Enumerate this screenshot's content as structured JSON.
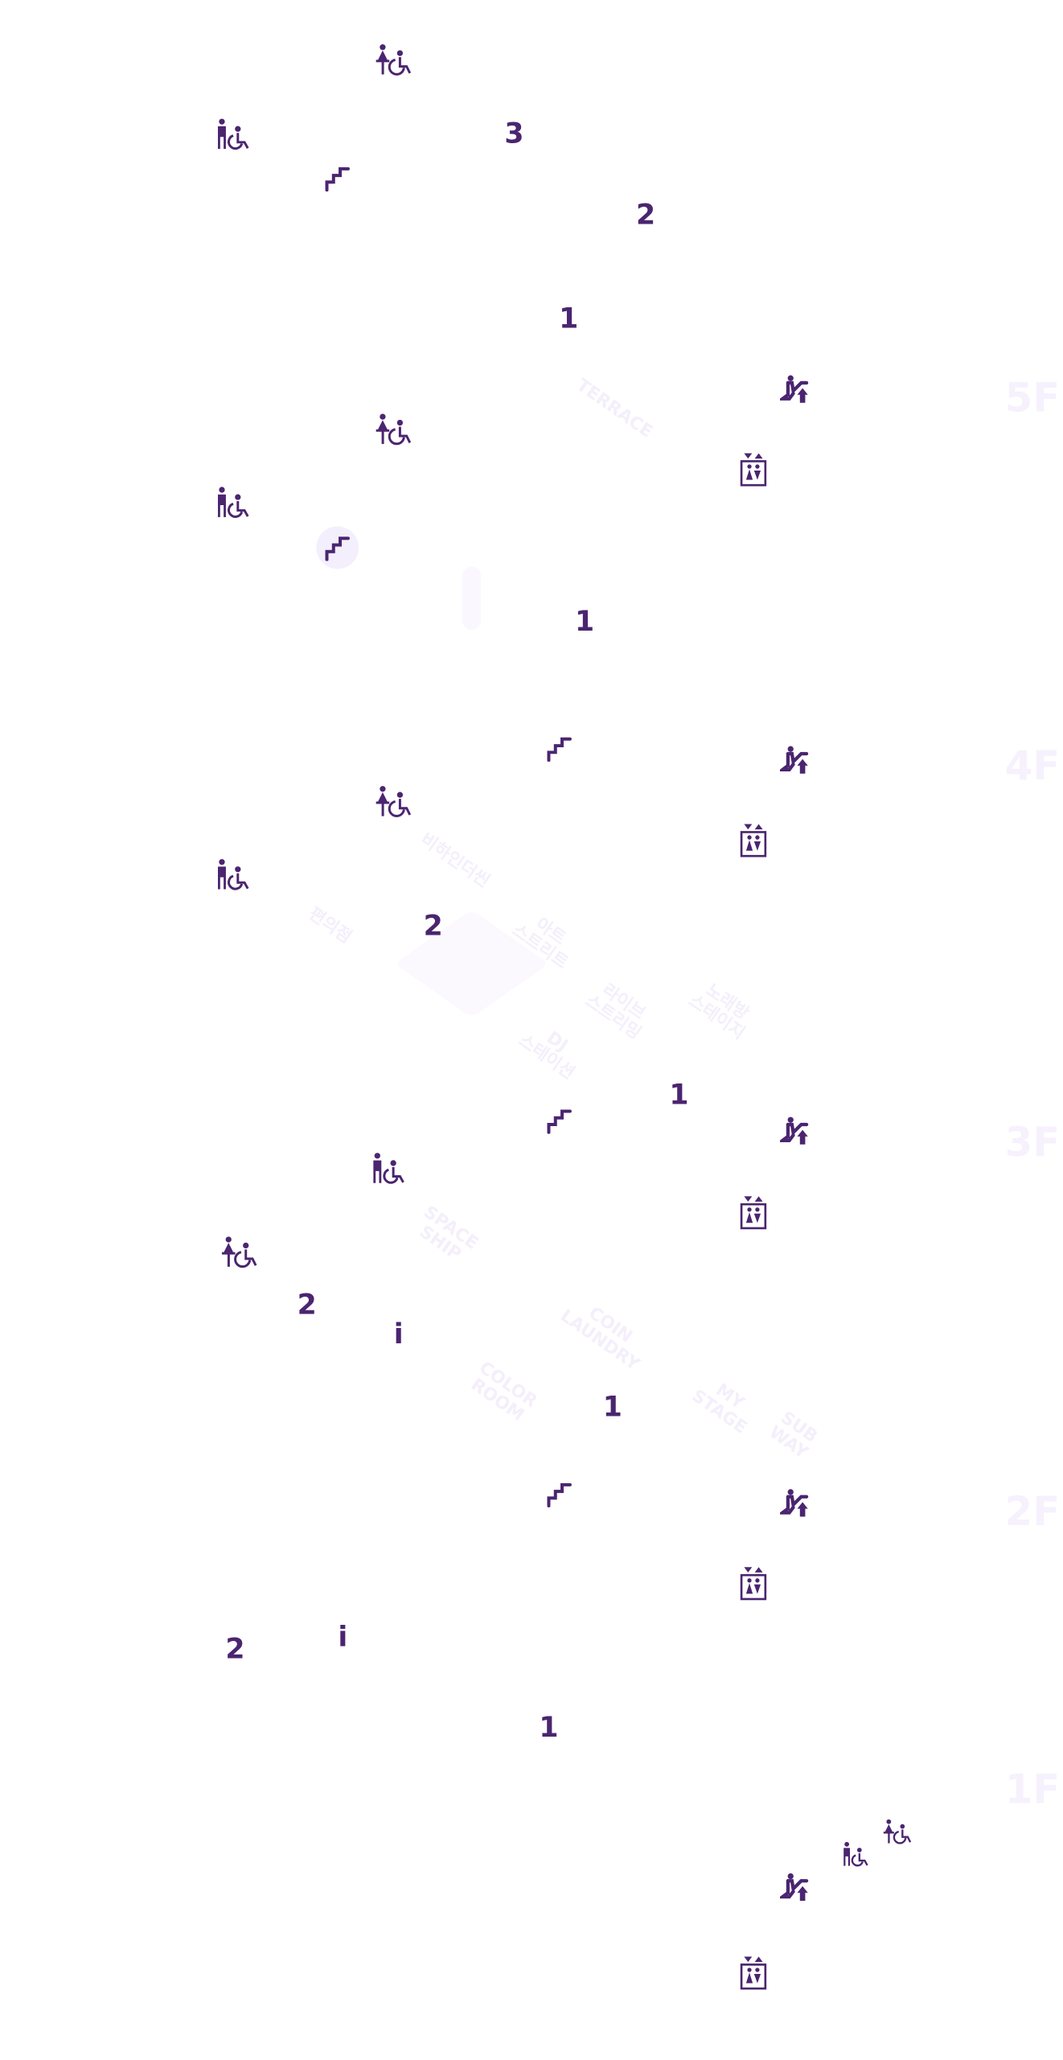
{
  "colors": {
    "marker": "#4b2570",
    "floor_label": "#f6f1fd",
    "zone_label": "#f4effb"
  },
  "floors": {
    "f5": "5F",
    "f4": "4F",
    "f3": "3F",
    "f2": "2F",
    "f1": "1F"
  },
  "icons": [
    "toilet-female-accessible-icon",
    "toilet-male-accessible-icon",
    "stairs-icon",
    "escalator-up-icon",
    "elevator-icon"
  ],
  "top": {
    "n3": "3",
    "n2": "2",
    "n1": "1"
  },
  "floor5": {
    "zone_terrace": "TERRACE",
    "n1": "1"
  },
  "floor4": {
    "n2": "2",
    "zone_behind": "비하인더씬",
    "zone_store": "편의점",
    "zone_art": "아트\n스트리트",
    "zone_live": "라이브\n스트리밍",
    "zone_karaoke": "노래방\n스테이지",
    "zone_dj": "DJ\n스테이션"
  },
  "floor3": {
    "n1a": "1",
    "n2": "2",
    "info": "i",
    "n1b": "1",
    "zone_spaceship": "SPACE\nSHIP",
    "zone_laundry": "COIN\nLAUNDRY",
    "zone_color": "COLOR\nROOM",
    "zone_mystage": "MY\nSTAGE",
    "zone_subway": "SUB\nWAY"
  },
  "floor2": {
    "n2": "2",
    "info": "i",
    "n1": "1"
  }
}
